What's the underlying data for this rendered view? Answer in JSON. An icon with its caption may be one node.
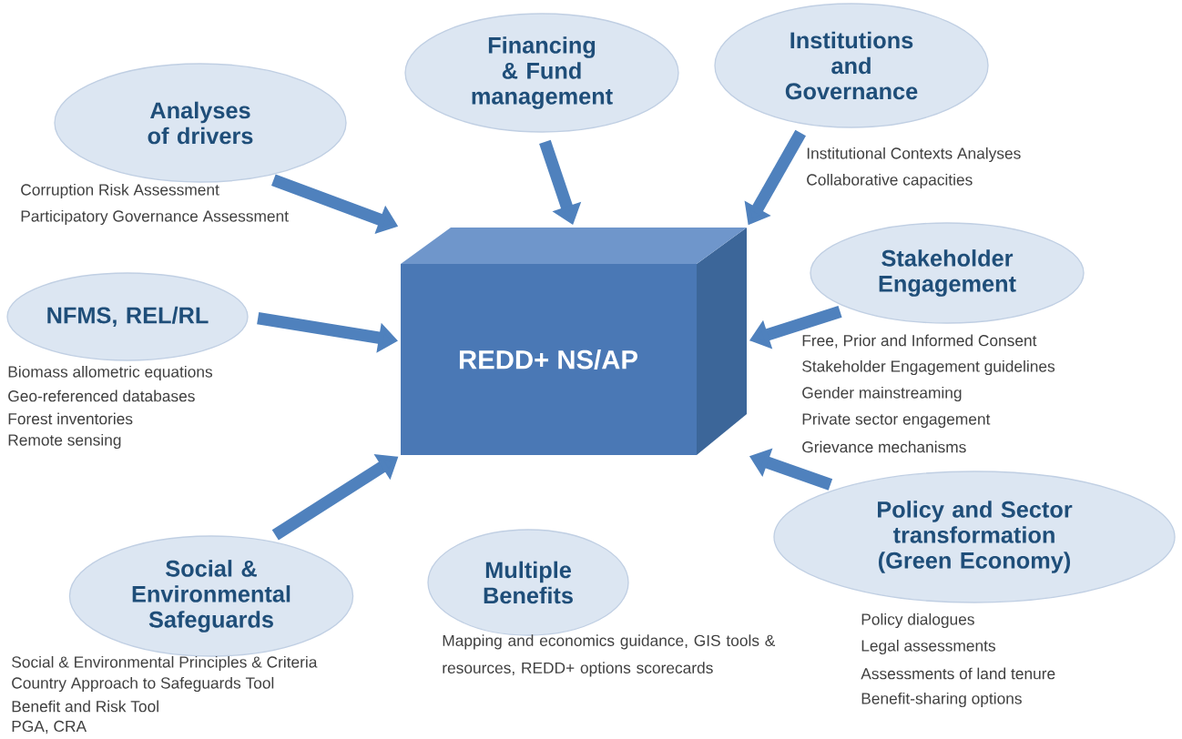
{
  "diagram": {
    "nodes": [
      {
        "text": [
          "Analyses of drivers"
        ],
        "beside": [
          "Corruption Risk Assessment",
          "Participatory  Governance Assessment"
        ]
      },
      {
        "text": [
          "Financing & Fund management"
        ]
      },
      {
        "text": [
          "Institutions and Governance"
        ],
        "beside": [
          "Institutional Contexts Analyses",
          "Collaborative capacities"
        ]
      },
      {
        "text": [
          "Stakeholder Engagement"
        ],
        "beside": [
          "Free, Prior and Informed Consent",
          "Stakeholder Engagement guidelines",
          "Gender mainstreaming",
          "Private sector engagement",
          "Grievance mechanisms"
        ]
      },
      {
        "text": [
          "NFMS, REL/RL"
        ],
        "beside": [
          "Biomass allometric equations",
          "Geo-referenced databases",
          "Forest inventories",
          "Remote sensing"
        ]
      },
      {
        "text": [
          "REDD+ NS/AP"
        ]
      },
      {
        "text": [
          "Social & Environmental Safeguards"
        ],
        "beside": [
          "Social & Environmental Principles & Criteria",
          "Country Approach to Safeguards Tool",
          "Benefit and Risk Tool",
          "PGA, CRA"
        ]
      },
      {
        "text": [
          "Multiple Benefits"
        ],
        "beside": [
          "Mapping and economics guidance, GIS tools & resources, REDD+ options scorecards"
        ]
      },
      {
        "text": [
          "Policy and Sector transformation (Green Economy)"
        ],
        "beside": [
          "Policy dialogues",
          "Legal assessments",
          "Assessments of land tenure",
          "Benefit-sharing options"
        ]
      }
    ],
    "edges": [
      {
        "from": 0,
        "to": 5,
        "arrow": "to"
      },
      {
        "from": 1,
        "to": 5,
        "arrow": "to"
      },
      {
        "from": 2,
        "to": 5,
        "arrow": "to"
      },
      {
        "from": 3,
        "to": 5,
        "arrow": "to"
      },
      {
        "from": 4,
        "to": 5,
        "arrow": "to"
      },
      {
        "from": 6,
        "to": 5,
        "arrow": "to"
      },
      {
        "from": 8,
        "to": 5,
        "arrow": "to"
      }
    ]
  }
}
